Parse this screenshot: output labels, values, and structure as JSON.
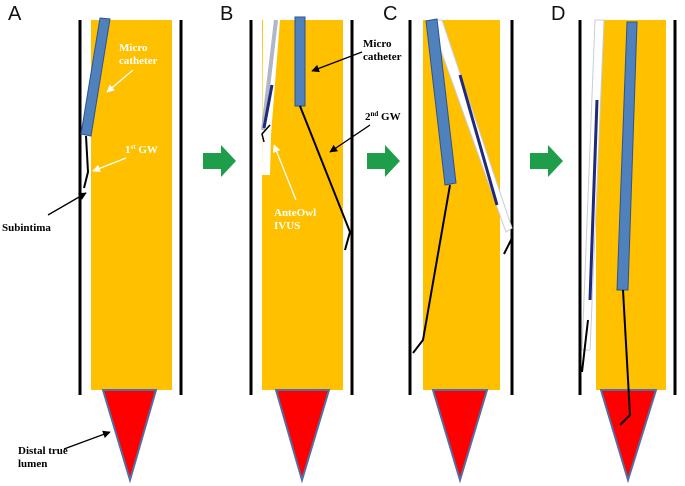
{
  "panels": [
    {
      "letter": "A"
    },
    {
      "letter": "B"
    },
    {
      "letter": "C"
    },
    {
      "letter": "D"
    }
  ],
  "labels": {
    "a_micro_1": "Micro",
    "a_micro_2": "catheter",
    "a_first_gw_num": "1",
    "a_first_gw_sup": "st",
    "a_first_gw_text": " GW",
    "a_subintima": "Subintima",
    "a_distal_1": "Distal true",
    "a_distal_2": "lumen",
    "b_micro_1": "Micro",
    "b_micro_2": "catheter",
    "b_second_gw_num": "2",
    "b_second_gw_sup": "nd",
    "b_second_gw_text": " GW",
    "b_ivus_1": "AnteOwl",
    "b_ivus_2": "IVUS"
  },
  "colors": {
    "vessel": "#FFC000",
    "catheter": "#4F81BD",
    "catheter_border": "#2F528F",
    "distal_lumen": "#FF0000",
    "arrow": "#1E9E4A",
    "ivus": "#1F2A7A",
    "wall": "#000000"
  },
  "icons": [
    "right-arrow-icon"
  ]
}
